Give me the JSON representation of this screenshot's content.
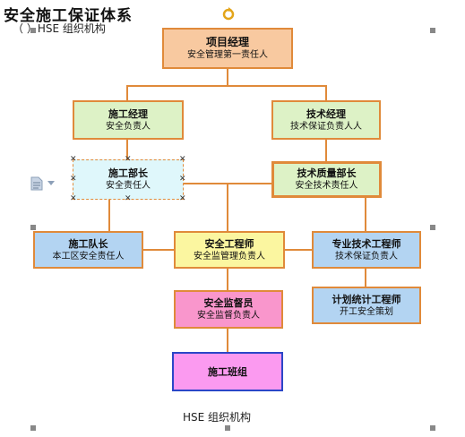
{
  "header": {
    "title": "安全施工保证体系",
    "subtitle": "（ ）HSE 组织机构"
  },
  "boxes": {
    "project_manager": {
      "title": "项目经理",
      "sub": "安全管理第一责任人"
    },
    "construction_manager": {
      "title": "施工经理",
      "sub": "安全负责人"
    },
    "technical_manager": {
      "title": "技术经理",
      "sub": "技术保证负责人人"
    },
    "construction_head": {
      "title": "施工部长",
      "sub": "安全责任人"
    },
    "tech_quality_head": {
      "title": "技术质量部长",
      "sub": "安全技术责任人"
    },
    "team_leader": {
      "title": "施工队长",
      "sub": "本工区安全责任人"
    },
    "safety_engineer": {
      "title": "安全工程师",
      "sub": "安全监管理负责人"
    },
    "specialist_engineer": {
      "title": "专业技术工程师",
      "sub": "技术保证负责人"
    },
    "planning_engineer": {
      "title": "计划统计工程师",
      "sub": "开工安全策划"
    },
    "safety_supervisor": {
      "title": "安全监督员",
      "sub": "安全监督负责人"
    },
    "construction_crew": {
      "title": "施工班组"
    }
  },
  "footer": {
    "caption": "HSE 组织机构"
  },
  "colors": {
    "connector": "#e08a3a",
    "box_green": "#ddf2c6",
    "box_peach": "#f8c9a0",
    "box_blue": "#b3d4f2",
    "box_yellow": "#fbf6a0",
    "box_pink": "#f996cc",
    "box_magenta": "#fb9af0"
  },
  "icons": [
    "rotate-handle-icon",
    "document-icon",
    "resize-handle-icon"
  ]
}
